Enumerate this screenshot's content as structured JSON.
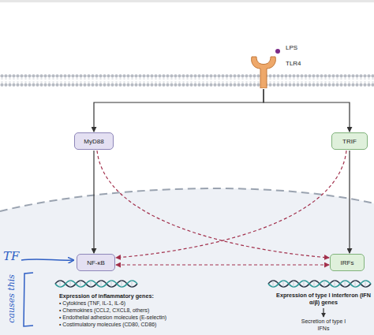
{
  "diagram": {
    "nodes": [
      {
        "text": [
          "TLR4"
        ]
      },
      {
        "text": [
          "MyD88"
        ]
      },
      {
        "text": [
          "TRIF"
        ]
      },
      {
        "text": [
          "NF-κB"
        ]
      },
      {
        "text": [
          "IRFs"
        ]
      }
    ],
    "edges": [
      {
        "from": 0,
        "to": 1,
        "arrow": "to"
      },
      {
        "from": 0,
        "to": 2,
        "arrow": "to"
      },
      {
        "from": 1,
        "to": 3,
        "arrow": "to"
      },
      {
        "from": 1,
        "to": 4,
        "arrow": "to"
      },
      {
        "from": 2,
        "to": 4,
        "arrow": "to"
      },
      {
        "from": 2,
        "to": 3,
        "arrow": "to"
      },
      {
        "from": 3,
        "to": 4,
        "arrow": "both"
      }
    ],
    "labels": [
      "LPS",
      "TF",
      "causes this",
      "Expression of inflammatory genes:",
      "• Cytokines (TNF, IL-1, IL-6)",
      "• Chemokines (CCL2, CXCL8, others)",
      "• Endothelial adhesion molecules (E-selectin)",
      "• Costimulatory molecules (CD80, CD86)",
      "Expression of type I interferon (IFN α/β) genes",
      "Secretion of type I IFNs"
    ]
  }
}
